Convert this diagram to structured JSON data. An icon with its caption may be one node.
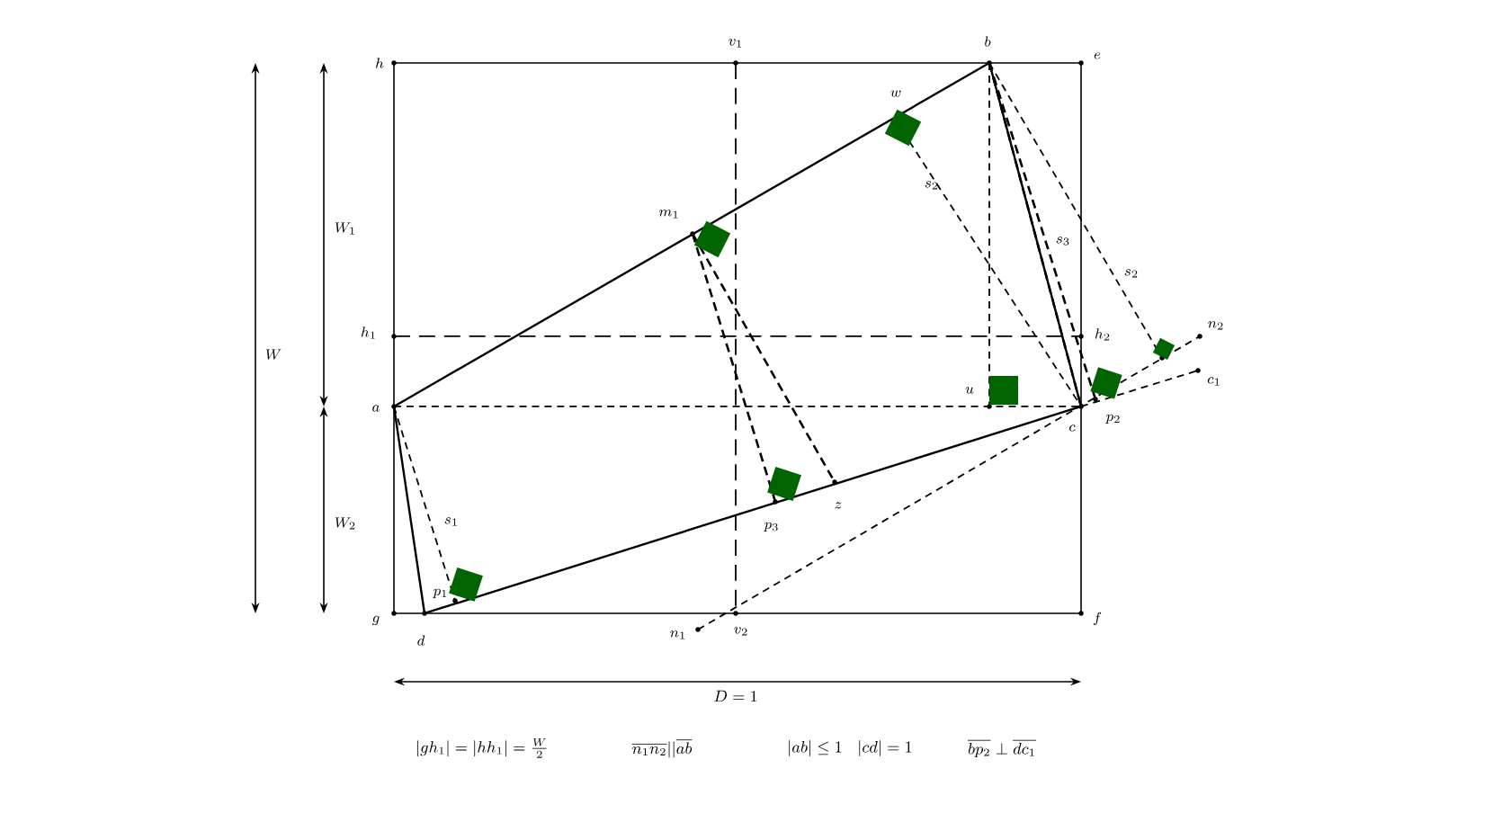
{
  "diagram": {
    "labels": [
      "h",
      "v_1",
      "b",
      "e",
      "w",
      "m_1",
      "W_1",
      "s_2",
      "s_3",
      "s_2",
      "W",
      "h_1",
      "h_2",
      "n_2",
      "u",
      "c_1",
      "a",
      "c",
      "p_2",
      "W_2",
      "s_1",
      "p_3",
      "z",
      "p_1",
      "g",
      "f",
      "d",
      "n_1",
      "v_2",
      "D=1",
      "|gh_1|=|hh_1|=\\frac{W}{2}",
      "\\overline{n_1n_2}||\\overline{ab}",
      "|ab|\\leq 1",
      "|cd|=1",
      "\\overline{bp_2}\\perp\\overline{dc_1}"
    ]
  }
}
